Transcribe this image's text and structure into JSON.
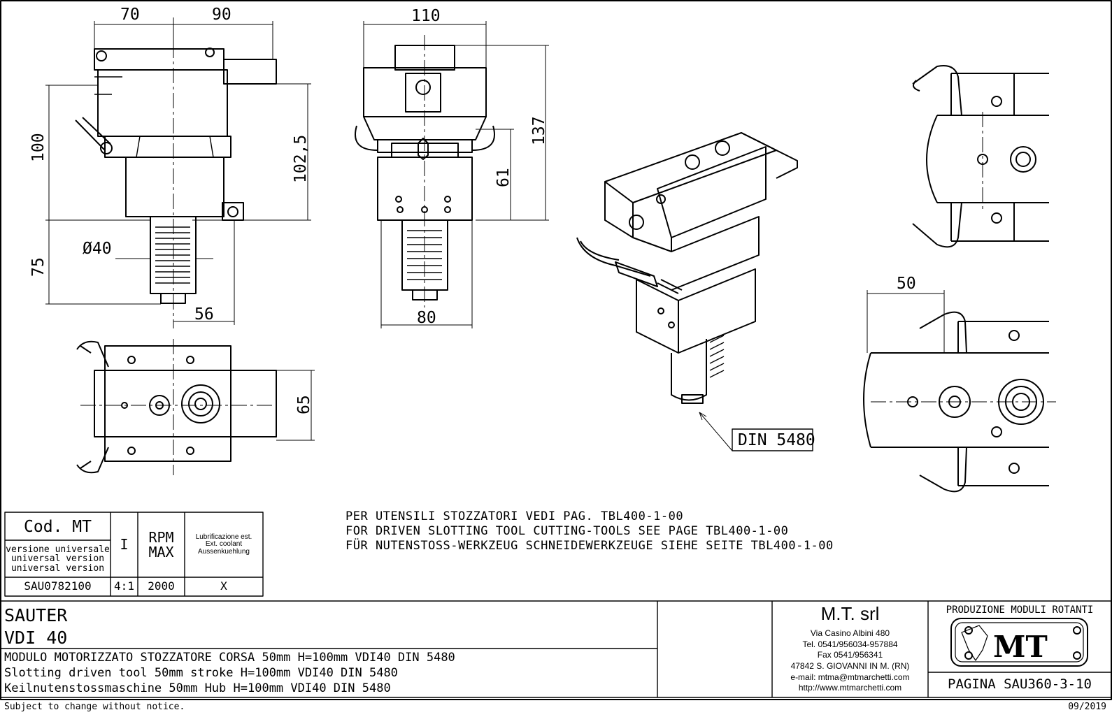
{
  "dimensions": {
    "top_left_70": "70",
    "top_right_90": "90",
    "height_100": "100",
    "height_102_5": "102,5",
    "length_75": "75",
    "diameter": "Ø40",
    "offset_56": "56",
    "width_110": "110",
    "height_137": "137",
    "height_61": "61",
    "width_80": "80",
    "width_65": "65",
    "offset_50": "50"
  },
  "callout": {
    "din": "DIN 5480"
  },
  "notes": [
    "PER UTENSILI STOZZATORI VEDI PAG. TBL400-1-00",
    "FOR DRIVEN SLOTTING TOOL CUTTING-TOOLS SEE PAGE TBL400-1-00",
    "FÜR NUTENSTOSS-WERKZEUG SCHNEIDEWERKZEUGE SIEHE SEITE TBL400-1-00"
  ],
  "spec_table": {
    "cod_header": "Cod. MT",
    "version_lines": [
      "versione universale",
      "universal version",
      "universal version"
    ],
    "ratio_header": "I",
    "rpm_header": [
      "RPM",
      "MAX"
    ],
    "lub_header": [
      "Lubrificazione est.",
      "Ext. coolant",
      "Aussenkuehlung"
    ],
    "row": {
      "code": "SAU0782100",
      "ratio": "4:1",
      "rpm": "2000",
      "coolant": "X"
    }
  },
  "title_block": {
    "brand": "SAUTER",
    "model": "VDI 40",
    "desc_lines": [
      "MODULO MOTORIZZATO STOZZATORE CORSA 50mm H=100mm VDI40 DIN 5480",
      "Slotting driven tool 50mm stroke H=100mm VDI40 DIN 5480",
      "Keilnutenstossmaschine 50mm Hub H=100mm VDI40 DIN 5480"
    ],
    "company": "M.T. srl",
    "address_lines": [
      "Via Casino Albini 480",
      "Tel. 0541/956034-957884",
      "Fax 0541/956341",
      "47842 S. GIOVANNI IN M. (RN)",
      "e-mail: mtma@mtmarchetti.com",
      "http://www.mtmarchetti.com"
    ],
    "production_label": "PRODUZIONE MODULI ROTANTI",
    "logo_text": "MT",
    "page_label": "PAGINA SAU360-3-10"
  },
  "footer": {
    "disclaimer": "Subject to change without notice.",
    "date": "09/2019"
  }
}
